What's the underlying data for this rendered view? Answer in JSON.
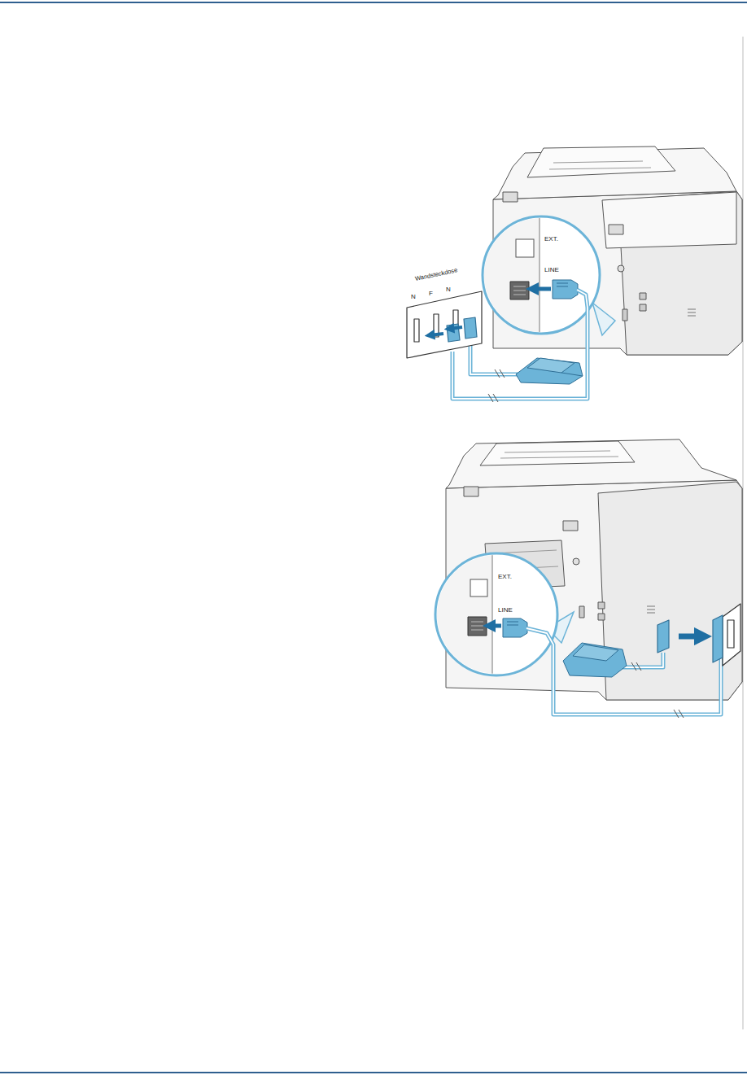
{
  "diagram": {
    "labels": [
      "EXT.",
      "LINE",
      "Wandsteckdose",
      "N",
      "F",
      "N",
      "EXT.",
      "LINE"
    ]
  }
}
